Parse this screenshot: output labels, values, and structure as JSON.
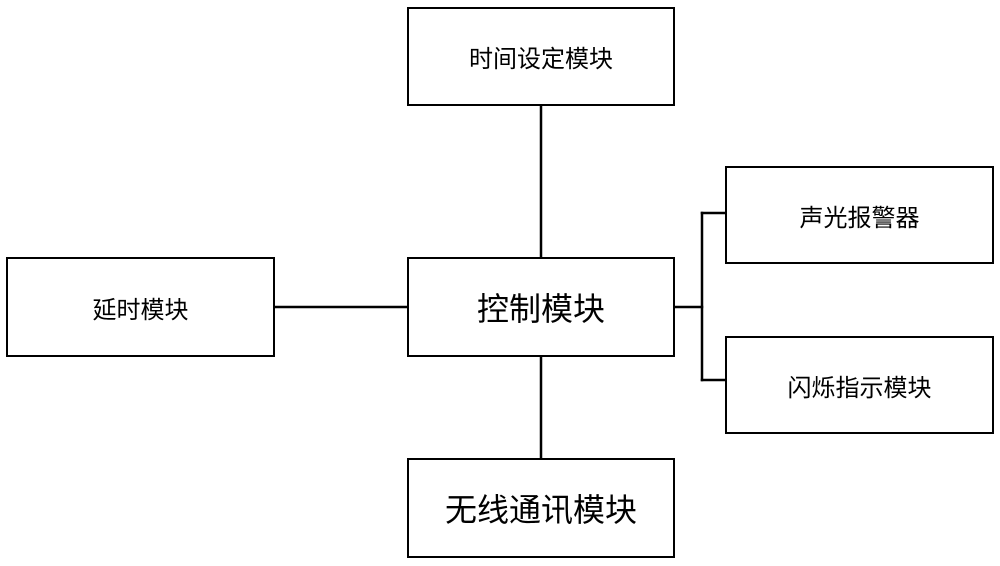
{
  "diagram": {
    "nodes": {
      "time_setting": "时间设定模块",
      "delay": "延时模块",
      "control": "控制模块",
      "alarm": "声光报警器",
      "flash_indicator": "闪烁指示模块",
      "wireless": "无线通讯模块"
    },
    "edges": [
      [
        "control",
        "time_setting"
      ],
      [
        "control",
        "delay"
      ],
      [
        "control",
        "alarm"
      ],
      [
        "control",
        "flash_indicator"
      ],
      [
        "control",
        "wireless"
      ]
    ]
  }
}
